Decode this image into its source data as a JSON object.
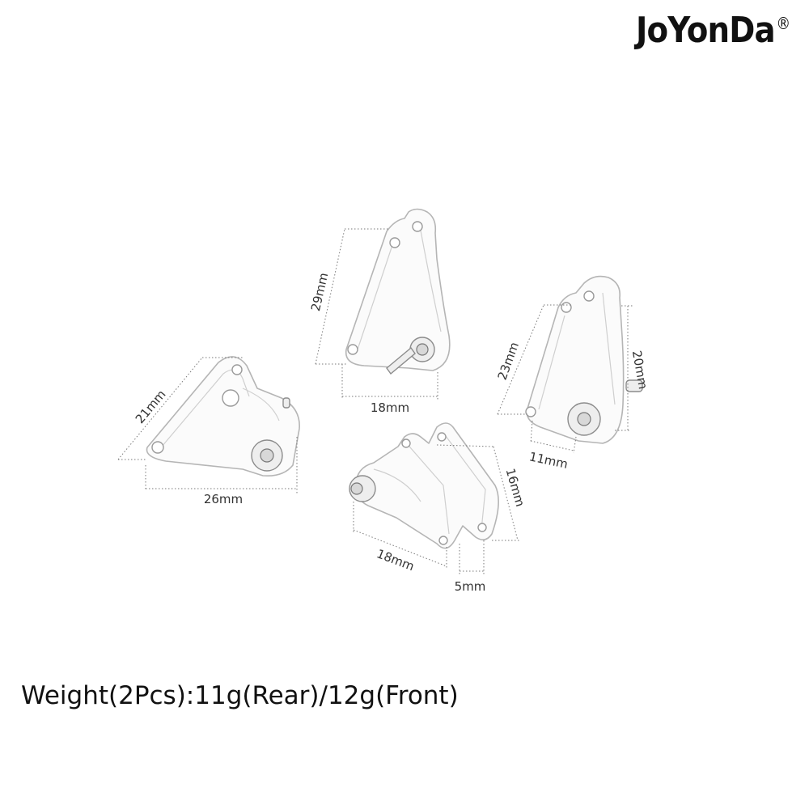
{
  "brand": {
    "name": "JoYonDa",
    "registered": "®"
  },
  "dimensions": {
    "part_left": {
      "height": "21mm",
      "width": "26mm"
    },
    "part_top": {
      "height": "29mm",
      "width": "18mm"
    },
    "part_right": {
      "height": "23mm",
      "depth": "20mm",
      "width": "11mm"
    },
    "part_bottom": {
      "height": "16mm",
      "width": "18mm",
      "offset": "5mm"
    }
  },
  "weight_text": "Weight(2Pcs):11g(Rear)/12g(Front)"
}
